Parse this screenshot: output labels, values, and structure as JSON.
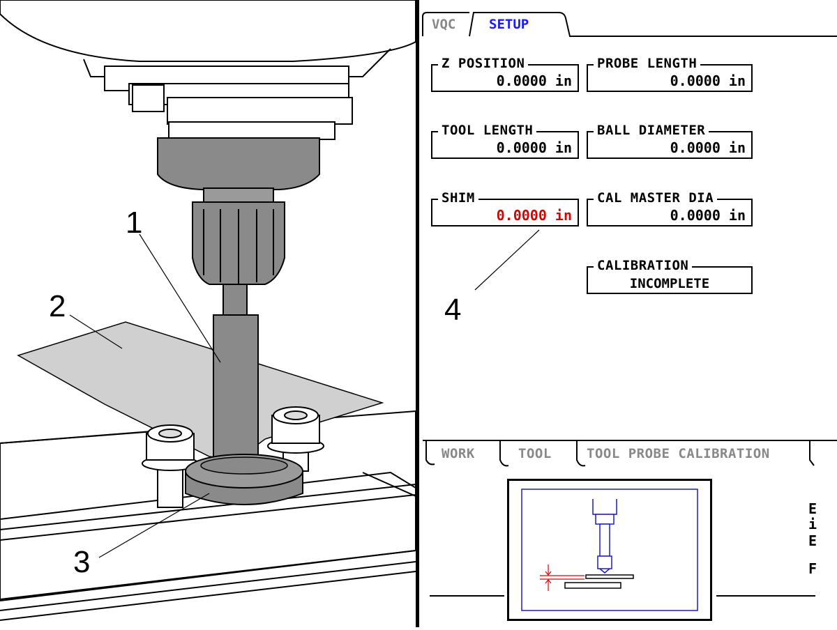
{
  "callouts": {
    "c1": "1",
    "c2": "2",
    "c3": "3",
    "c4": "4"
  },
  "top_tabs": {
    "vqc": "VQC",
    "setup": "SETUP"
  },
  "fields": {
    "z_position": {
      "label": "Z POSITION",
      "value": "0.0000 in"
    },
    "probe_length": {
      "label": "PROBE LENGTH",
      "value": "0.0000 in"
    },
    "tool_length": {
      "label": "TOOL LENGTH",
      "value": "0.0000 in"
    },
    "ball_diameter": {
      "label": "BALL DIAMETER",
      "value": "0.0000 in"
    },
    "shim": {
      "label": "SHIM",
      "value": "0.0000 in"
    },
    "cal_master_dia": {
      "label": "CAL MASTER DIA",
      "value": "0.0000 in"
    },
    "calibration": {
      "label": "CALIBRATION",
      "value": "INCOMPLETE"
    }
  },
  "bottom_tabs": {
    "work": "WORK",
    "tool": "TOOL",
    "tool_probe_calibration": "TOOL PROBE CALIBRATION"
  },
  "side_text": [
    "E",
    "i",
    "E",
    "F"
  ],
  "colors": {
    "active_tab": "#1a1aff",
    "highlight_value": "#e00000",
    "diagram_frame": "#1a1acc",
    "diagram_marker": "#e00000",
    "inactive_tab": "#888888"
  }
}
